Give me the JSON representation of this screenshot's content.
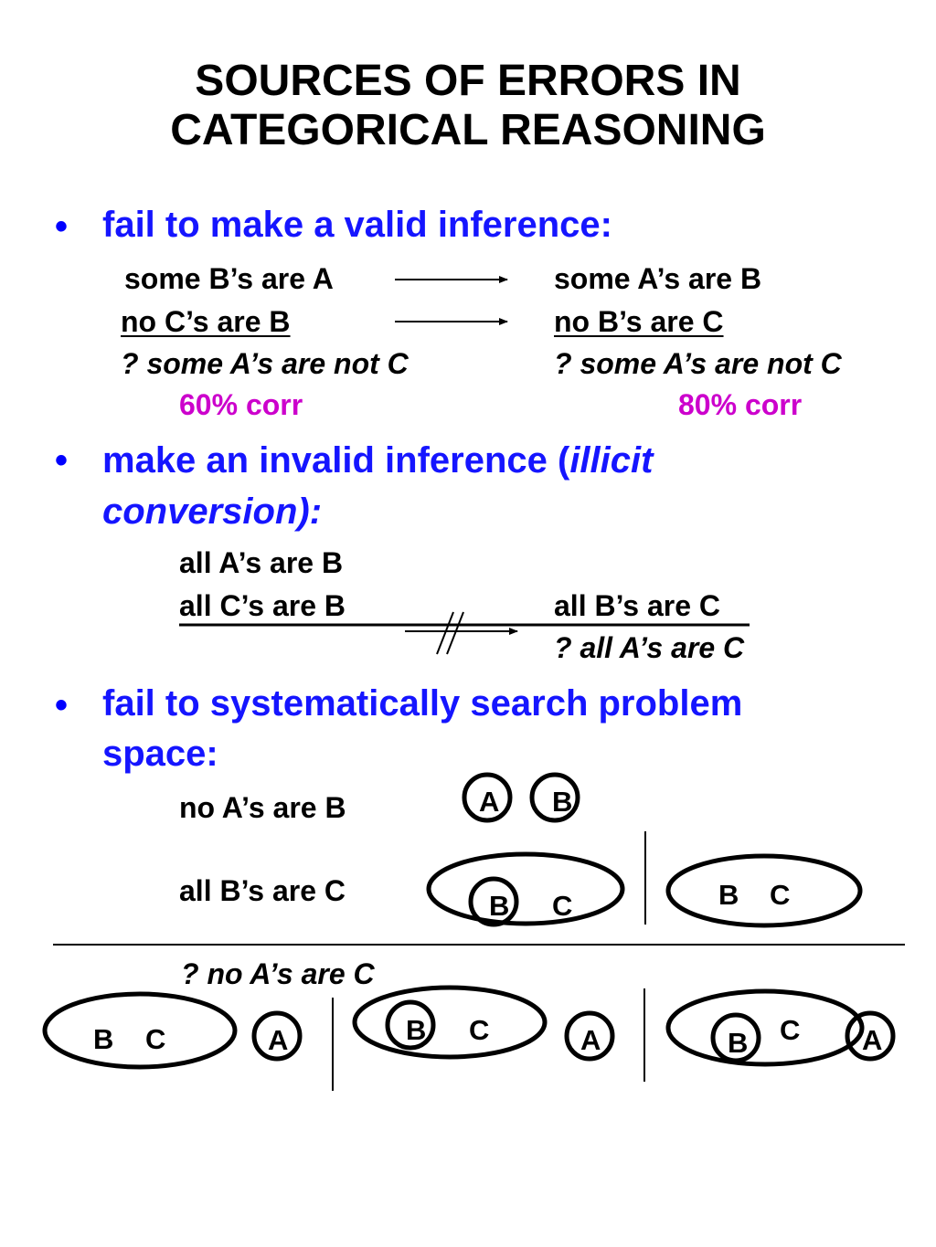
{
  "title": {
    "line1": "SOURCES OF ERRORS IN",
    "line2": "CATEGORICAL REASONING"
  },
  "bullets": [
    {
      "text": "fail to make a valid inference:",
      "left": [
        "some B’s are A",
        "no C’s are B",
        "? some A’s are not C"
      ],
      "right": [
        "some A’s are B",
        "no B’s are C",
        "? some A’s are not C"
      ],
      "corr_left": "60% corr",
      "corr_right": "80% corr"
    },
    {
      "text_part1": "make an invalid inference (",
      "text_italic1": "illicit",
      "text_italic2": "conversion):",
      "lines": [
        "all A’s are B",
        "all C’s are B",
        "all B’s are C",
        "? all A’s are C"
      ]
    },
    {
      "text_line1": "fail to systematically search problem",
      "text_line2": "space:",
      "premises": [
        "no A’s are B",
        "all B’s are C"
      ],
      "conclusion": "? no A’s are C"
    }
  ],
  "diagram_labels": {
    "a": "A",
    "b": "B",
    "c": "C"
  }
}
